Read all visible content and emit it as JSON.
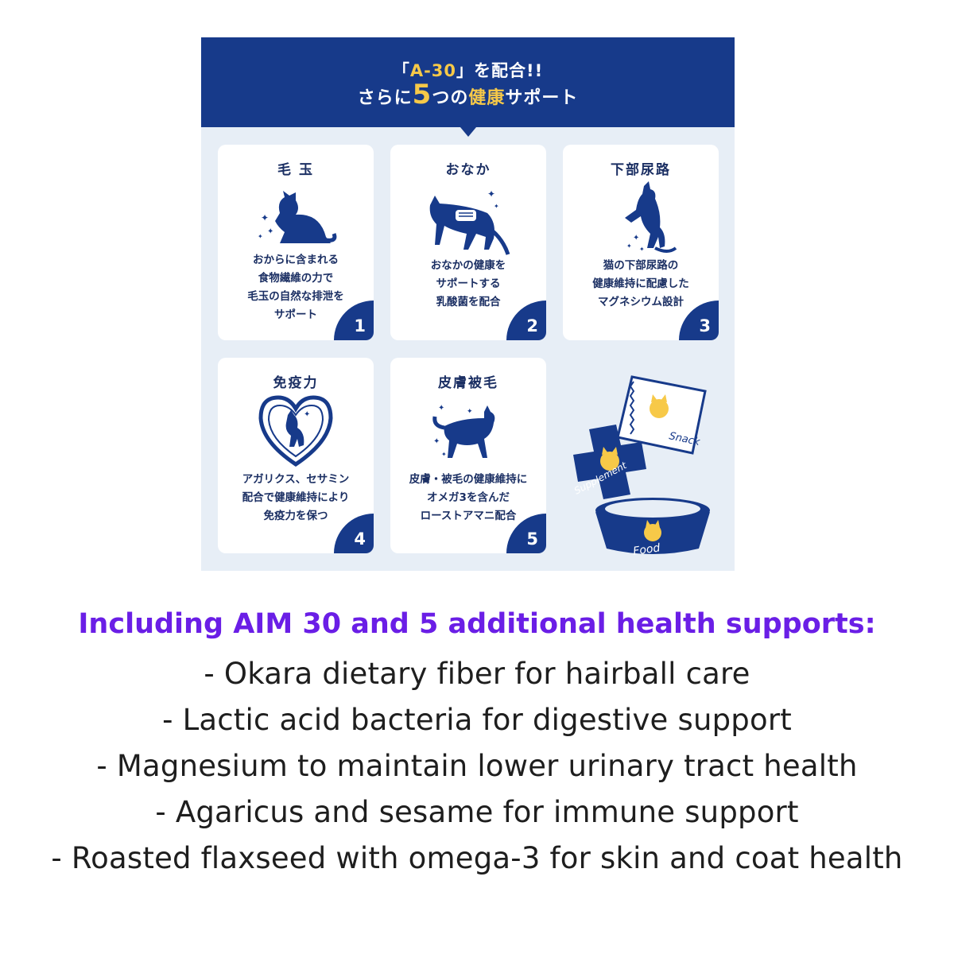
{
  "banner": {
    "line1_pre": "「",
    "line1_hl": "A-30",
    "line1_post": "」を配合!!",
    "line2_pre": "さらに",
    "line2_num": "5",
    "line2_mid": "つの",
    "line2_hl": "健康",
    "line2_post": "サポート"
  },
  "cards": [
    {
      "title": "毛 玉",
      "lines": [
        "おからに含まれる",
        "食物繊維の力で",
        "毛玉の自然な排泄を",
        "サポート"
      ],
      "number": "1",
      "icon": "cat-licking-icon"
    },
    {
      "title": "おなか",
      "lines": [
        "おなかの健康を",
        "サポートする",
        "乳酸菌を配合"
      ],
      "number": "2",
      "icon": "cat-digestion-icon"
    },
    {
      "title": "下部尿路",
      "lines": [
        "猫の下部尿路の",
        "健康維持に配慮した",
        "マグネシウム設計"
      ],
      "number": "3",
      "icon": "cat-standing-icon"
    },
    {
      "title": "免疫力",
      "lines": [
        "アガリクス、セサミン",
        "配合で健康維持により",
        "免疫力を保つ"
      ],
      "number": "4",
      "icon": "heart-cat-icon"
    },
    {
      "title": "皮膚被毛",
      "lines": [
        "皮膚・被毛の健康維持に",
        "オメガ3を含んだ",
        "ローストアマニ配合"
      ],
      "number": "5",
      "icon": "cat-walking-icon"
    }
  ],
  "goods": {
    "snack_label": "Snack",
    "supplement_label": "Supplement",
    "food_label": "Food"
  },
  "caption": {
    "heading": "Including AIM 30 and 5 additional health supports:",
    "items": [
      "- Okara dietary fiber for hairball care",
      "- Lactic acid bacteria for digestive support",
      "- Magnesium to maintain lower urinary tract health",
      "- Agaricus and sesame for immune support",
      "- Roasted flaxseed with omega-3 for skin and coat health"
    ]
  },
  "colors": {
    "navy": "#173a8a",
    "accent_yellow": "#f7c948",
    "panel_bg": "#e7eef6",
    "heading_purple": "#6a1ee6"
  }
}
